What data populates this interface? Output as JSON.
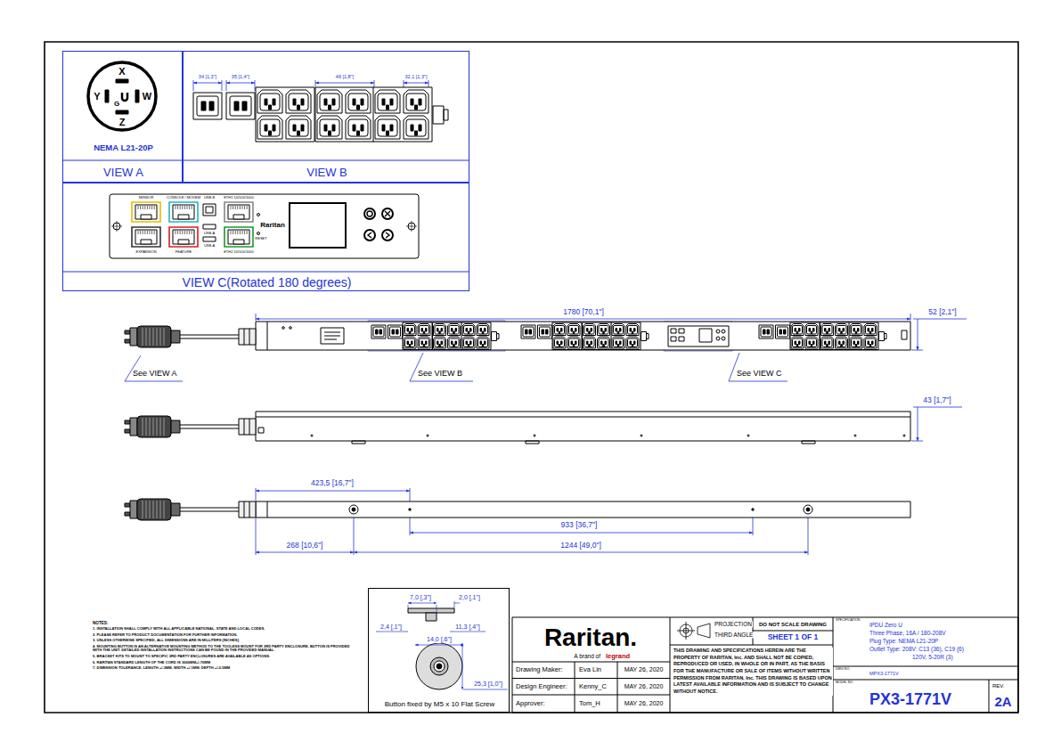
{
  "diagram": {
    "nodes": [
      {
        "text": [
          "NEMA L21-20P",
          "VIEW A"
        ]
      },
      {
        "text": [
          "VIEW B"
        ]
      },
      {
        "text": [
          "VIEW C(Rotated 180 degrees)"
        ]
      },
      {
        "text": [
          "Button fixed by M5 x 10 Flat Screw"
        ]
      }
    ],
    "labels": [
      "X",
      "Y",
      "W",
      "G",
      "Z",
      "34 [1,3\"]",
      "35 [1,4\"]",
      "46 [1,8\"]",
      "32,1 [1,3\"]",
      "SENSOR",
      "CONSOLE / MODEM",
      "USB-B",
      "ETH1 10/100/1000",
      "EXPANSION",
      "FEATURE",
      "USB-A",
      "USB-A",
      "Raritan",
      "RESET",
      "ETH2 10/100/1000",
      "1780 [70,1\"]",
      "52 [2,1\"]",
      "See VIEW A",
      "See VIEW B",
      "See VIEW C",
      "43 [1,7\"]",
      "423,5 [16,7\"]",
      "933 [36,7\"]",
      "268 [10,6\"]",
      "1244 [49,0\"]",
      "7,0 [,3\"]",
      "2,0 [,1\"]",
      "2,4 [,1\"]",
      "11,3 [,4\"]",
      "14,0 [,6\"]",
      "25,3 [1,0\"]",
      "NOTES:",
      "1. INSTALLATION SHALL COMPLY WITH ALL APPLICABLE NATIONAL, STATE AND LOCAL CODES.",
      "2. PLEASE REFER TO PRODUCT DOCUMENTATION FOR FURTHER INFORMATION.",
      "3. UNLESS OTHERWISE SPECIFIED, ALL DIMENSIONS ARE IN MILLITERS [INCHES].",
      "4. MOUNTING BUTTON IS AN ALTERNATIVE MOUNTING METHOD TO THE TOOLESS MOUNT FOR 3RD PARTY ENCLOSURE. BUTTON IS PROVIDED WITH THE UNIT. DETAILED INSTALLATION INSTRUCTIONS CAN BE FOUND IN THE PROVIDED MANUAL.",
      "5. BRACKET KITS TO MOUNT TO SPECIFIC 3RD PARTY ENCLOSURES ARE AVAILABLE AS OPTIONS.",
      "6. RARITAN STANDARD LENGTH OF THE CORD IS 3000MM+/-70MM",
      "7. DIMENSION TOLERANCE: LENGTH +/-3MM, WIDTH +/-1MM, DEPTH +/-0.5MM",
      "Raritan.",
      "A brand of",
      "legrand",
      "Drawing Maker:",
      "Eva Lin",
      "MAY 26, 2020",
      "Design Engineer:",
      "Kenny_C",
      "MAY 26, 2020",
      "Approver:",
      "Tom_H",
      "MAY 26, 2020",
      "PROJECTION",
      "THIRD ANGLE",
      "DO NOT SCALE DRAWING",
      "SHEET 1 OF 1",
      "THIS DRAWING AND SPECIFICATIONS HEREIN ARE THE PROPERTY OF RARITAN, Inc. AND SHALL NOT BE COPIED, REPRODUCED OR USED, IN WHOLE OR IN PART, AS THE BASIS FOR THE MANUFACTURE OR SALE OF ITEMS WITHOUT WRITTEN PERMISSION FROM RARITAN, Inc. THIS DRAWING IS BASED UPON LATEST AVAILABLE INFORMATION AND IS SUBJECT TO CHANGE WITHOUT NOTICE.",
      "SPECIFICATION",
      "iPDU Zero U",
      "Three Phase, 16A / 180-208V",
      "Plug Type: NEMA L21-20P",
      "Outlet Type: 208V: C13 (36), C19 (6)",
      "120V, 5-20R (3)",
      "DWG NO.",
      "MPX3-1771V",
      "MODEL NO.",
      "PX3-1771V",
      "REV.",
      "2A"
    ]
  }
}
